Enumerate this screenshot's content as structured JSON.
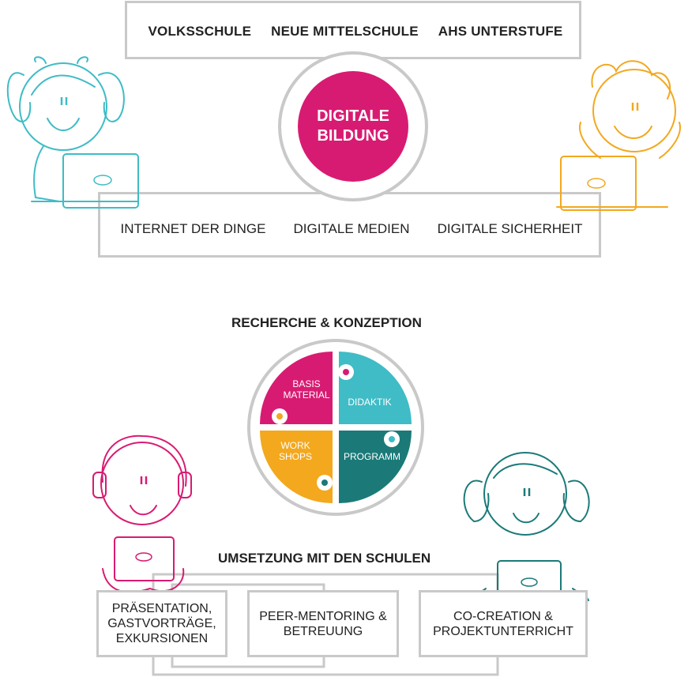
{
  "top_row": {
    "items": [
      "VOLKSSCHULE",
      "NEUE MITTELSCHULE",
      "AHS UNTERSTUFE"
    ]
  },
  "center_circle": {
    "line1": "DIGITALE",
    "line2": "BILDUNG",
    "color": "#d81b72"
  },
  "middle_row": {
    "items": [
      "INTERNET DER DINGE",
      "DIGITALE MEDIEN",
      "DIGITALE SICHERHEIT"
    ]
  },
  "recherche": {
    "title": "RECHERCHE & KONZEPTION",
    "quadrants": [
      {
        "line1": "BASIS",
        "line2": "MATERIAL",
        "color": "#d81b72"
      },
      {
        "line1": "DIDAKTIK",
        "line2": "",
        "color": "#3fbcc6"
      },
      {
        "line1": "WORK",
        "line2": "SHOPS",
        "color": "#f3a81e"
      },
      {
        "line1": "PROGRAMM",
        "line2": "",
        "color": "#1b7a78"
      }
    ]
  },
  "umsetzung": {
    "title": "UMSETZUNG MIT DEN SCHULEN",
    "boxes": [
      {
        "line1": "PRÄSENTATION,",
        "line2": "GASTVORTRÄGE,",
        "line3": "EXKURSIONEN"
      },
      {
        "line1": "PEER-MENTORING &",
        "line2": "BETREUUNG",
        "line3": ""
      },
      {
        "line1": "CO-CREATION &",
        "line2": "PROJEKTUNTERRICHT",
        "line3": ""
      }
    ]
  },
  "colors": {
    "teal_light": "#3fbcc6",
    "teal_dark": "#1b7a78",
    "pink": "#d81b72",
    "orange": "#f3a81e",
    "border": "#c9c9c9"
  },
  "icons": [
    "girl-with-laptop-icon",
    "boy-with-laptop-icon",
    "boy-with-headphones-icon",
    "girl-sitting-icon"
  ]
}
